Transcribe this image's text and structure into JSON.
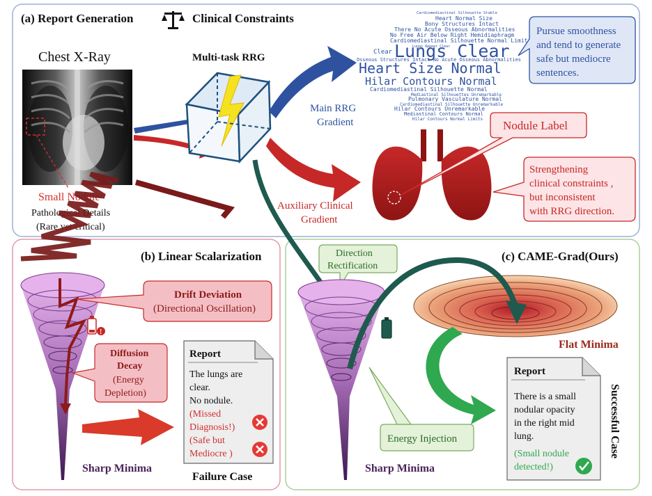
{
  "panel_a": {
    "title": "(a) Report Generation",
    "constraints": "Clinical Constraints",
    "xray_label": "Chest X-Ray",
    "nodule": "Small Nodule",
    "path1": "Pathological Details",
    "path2": "(Rare yet critical)",
    "mtl": "Multi-task RRG",
    "main_grad1": "Main RRG",
    "main_grad2": "Gradient",
    "aux_grad1": "Auxiliary Clinical",
    "aux_grad2": "Gradient",
    "nodule_label": "Nodule Label",
    "callout_top": [
      "Pursue smoothness",
      "and tend to generate",
      "safe but mediocre",
      "sentences."
    ],
    "callout_right": [
      "Strengthening",
      "clinical constraints ,",
      "but inconsistent",
      "with RRG direction."
    ],
    "word_cloud": {
      "big": [
        "Lungs Clear",
        "Heart Size Normal",
        "Hilar Contours Normal"
      ],
      "small": [
        "Cardiomediastinal Silhouette Stable",
        "Heart Normal Size",
        "Bony Structures Intact",
        "There No Acute Osseous Abnormalities",
        "No Free Air Below Right Hemidiaphragm",
        "Cardiomediastinal Silhouette Normal Limits",
        "Lungs Appear Clear",
        "Clear",
        "Osseous Structures Intact No Acute Osseous Abnormalities",
        "Cardiomediastinal Silhouette Normal",
        "Mediastinal Silhouettes Unremarkable",
        "Pulmonary Vasculature Normal",
        "Cardiomediastinal Silhouette Unremarkable",
        "Hilar Contours Unremarkable",
        "Mediastinal Contours Normal",
        "Hilar Contours Normal Limits"
      ]
    }
  },
  "panel_b": {
    "title": "(b) Linear Scalarization",
    "drift1": "Drift Deviation",
    "drift2": "(Directional Oscillation)",
    "diff": [
      "Diffusion",
      "Decay",
      "(Energy",
      "Depletion)"
    ],
    "report_title": "Report",
    "report_lines": [
      "The lungs are",
      "clear.",
      "No nodule."
    ],
    "report_red": [
      "(Missed",
      "Diagnosis!)",
      "(Safe but",
      "Mediocre )"
    ],
    "sharp": "Sharp Minima",
    "failure": "Failure Case"
  },
  "panel_c": {
    "title": "(c) CAME-Grad(Ours)",
    "dir1": "Direction",
    "dir2": "Rectification",
    "flat": "Flat Minima",
    "energy": "Energy Injection",
    "sharp": "Sharp Minima",
    "report_title": "Report",
    "report_lines": [
      "There is a small",
      "nodular opacity",
      "in the right mid",
      "lung."
    ],
    "report_green": [
      "(Small nodule",
      "detected!)"
    ],
    "success": "Successful Case"
  },
  "colors": {
    "blue": "#2f52a0",
    "red": "#c62828",
    "dark_red": "#7a1a1a",
    "teal": "#1f5a4e",
    "green": "#2fa84f"
  }
}
